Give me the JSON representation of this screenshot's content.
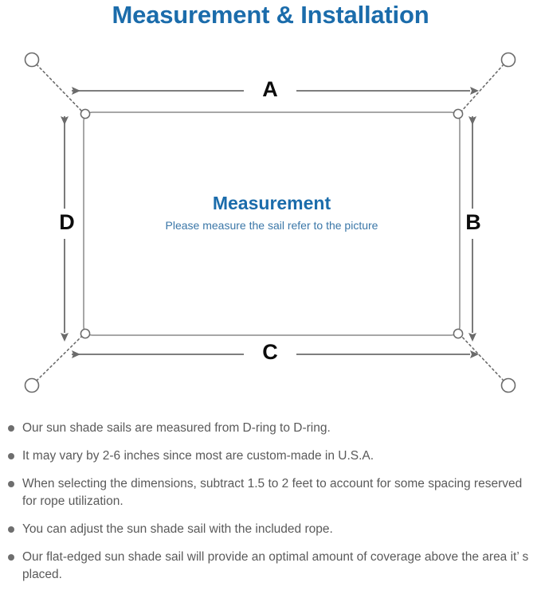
{
  "page": {
    "title": "Measurement & Installation",
    "title_color": "#1b6cab",
    "background": "#ffffff"
  },
  "diagram": {
    "name": "sun-shade-sail-measurement-diagram",
    "sail": {
      "center_heading": "Measurement",
      "center_subtext": "Please measure the sail refer to the picture",
      "heading_color": "#1b6cab",
      "subtext_color": "#3b77a8",
      "outline_color": "#8a8a8a"
    },
    "dimension_labels": [
      {
        "key": "A",
        "label": "A",
        "position": "top",
        "orientation": "horizontal"
      },
      {
        "key": "B",
        "label": "B",
        "position": "right",
        "orientation": "vertical"
      },
      {
        "key": "C",
        "label": "C",
        "position": "bottom",
        "orientation": "horizontal"
      },
      {
        "key": "D",
        "label": "D",
        "position": "left",
        "orientation": "vertical"
      }
    ],
    "label_color": "#0c0c0c",
    "arrow_color": "#6b6b6b",
    "anchor_points": [
      {
        "name": "anchor-top-left",
        "corner": "top-left"
      },
      {
        "name": "anchor-top-right",
        "corner": "top-right"
      },
      {
        "name": "anchor-bottom-left",
        "corner": "bottom-left"
      },
      {
        "name": "anchor-bottom-right",
        "corner": "bottom-right"
      }
    ],
    "d_rings": [
      {
        "name": "d-ring-top-left",
        "corner": "top-left"
      },
      {
        "name": "d-ring-top-right",
        "corner": "top-right"
      },
      {
        "name": "d-ring-bottom-left",
        "corner": "bottom-left"
      },
      {
        "name": "d-ring-bottom-right",
        "corner": "bottom-right"
      }
    ],
    "rope_line_style": "dotted"
  },
  "notes": {
    "bullet_color": "#6e6e6e",
    "text_color": "#5a5a5a",
    "items": [
      "Our sun shade sails are measured from D-ring to D-ring.",
      "It may vary by 2-6 inches since most are custom-made in U.S.A.",
      "When selecting the dimensions, subtract 1.5 to 2 feet to account for some spacing reserved for rope utilization.",
      "You can adjust the sun shade sail with the included rope.",
      "Our flat-edged sun shade sail will provide an optimal amount of coverage above the area it’ s placed."
    ]
  }
}
